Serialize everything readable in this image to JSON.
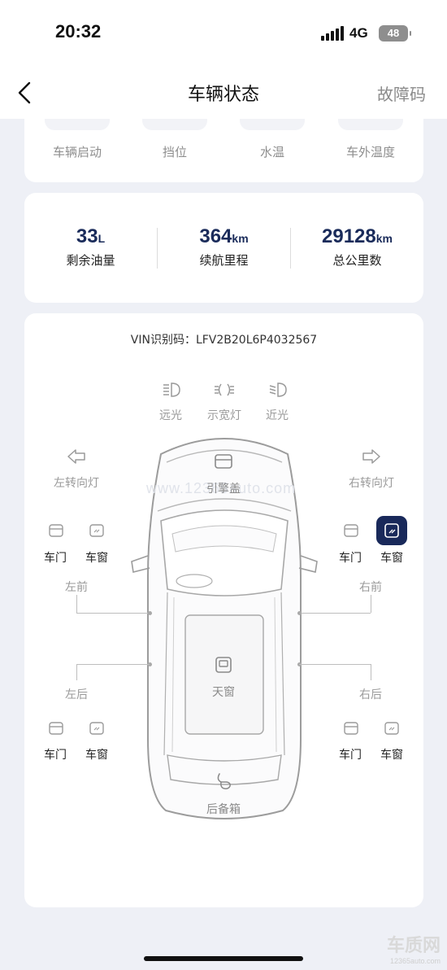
{
  "status_bar": {
    "time": "20:32",
    "network": "4G",
    "battery": "48"
  },
  "nav": {
    "title": "车辆状态",
    "fault_code": "故障码"
  },
  "indicators": [
    {
      "label": "车辆启动"
    },
    {
      "label": "挡位"
    },
    {
      "label": "水温"
    },
    {
      "label": "车外温度"
    }
  ],
  "stats": [
    {
      "value": "33",
      "unit": "L",
      "label": "剩余油量"
    },
    {
      "value": "364",
      "unit": "km",
      "label": "续航里程"
    },
    {
      "value": "29128",
      "unit": "km",
      "label": "总公里数"
    }
  ],
  "vehicle": {
    "vin": "VIN识别码：LFV2B20L6P4032567",
    "lights": {
      "high_beam": "远光",
      "width_lamp": "示宽灯",
      "low_beam": "近光"
    },
    "left_turn": "左转向灯",
    "right_turn": "右转向灯",
    "hood": "引擎盖",
    "sunroof": "天窗",
    "trunk": "后备箱",
    "door": "车门",
    "window": "车窗",
    "front_left": "左前",
    "front_right": "右前",
    "rear_left": "左后",
    "rear_right": "右后",
    "active_window": "front_right"
  },
  "watermark": "www.12365auto.com",
  "logo": {
    "main": "车质网",
    "sub": "12365auto.com"
  },
  "colors": {
    "accent": "#19295a",
    "stat_value": "#1a2b5a",
    "background": "#eef0f6"
  }
}
